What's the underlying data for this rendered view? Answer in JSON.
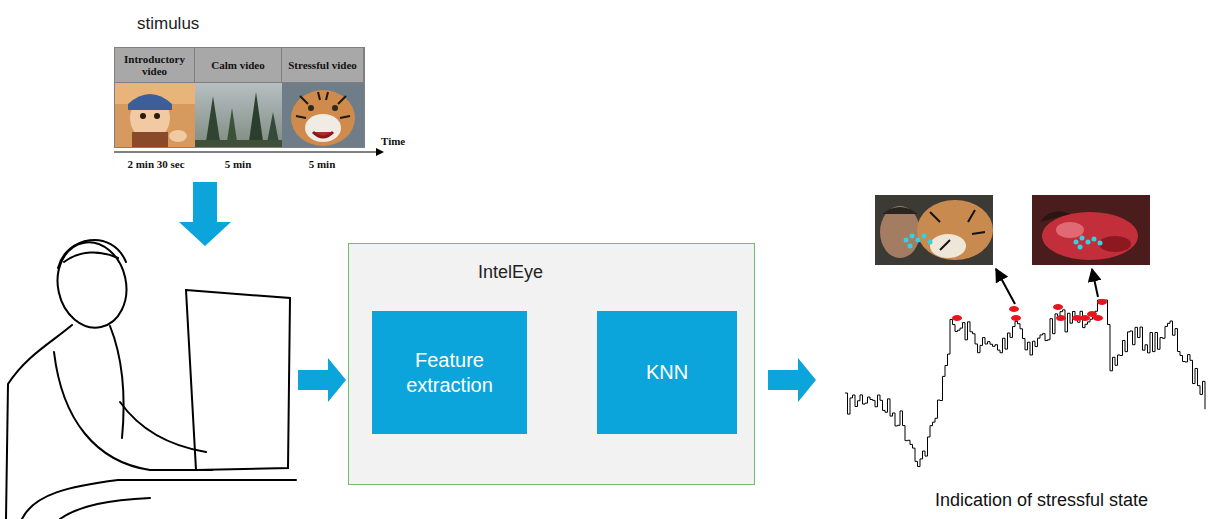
{
  "diagram": {
    "nodes": [
      {
        "text": [
          "stimulus"
        ]
      },
      {
        "text": [
          "Introductory video"
        ],
        "in": 0
      },
      {
        "text": [
          "Calm video"
        ],
        "in": 0
      },
      {
        "text": [
          "Stressful video"
        ],
        "in": 0
      },
      {
        "text": [
          "IntelEye"
        ]
      },
      {
        "text": [
          "Feature extraction"
        ],
        "in": 4
      },
      {
        "text": [
          "KNN"
        ],
        "in": 4
      }
    ],
    "edges": [
      {
        "from": 5,
        "to": 6,
        "arrow": "to"
      }
    ],
    "labels": [
      "2 min 30 sec",
      "5 min",
      "5 min",
      "Time",
      "Indication of stressful state"
    ]
  }
}
